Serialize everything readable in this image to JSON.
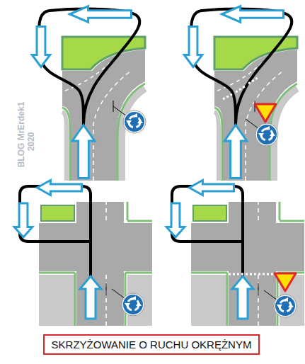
{
  "diagram": {
    "nodes": [
      {
        "text": [
          "SKRZYŻOWANIE O RUCHU OKRĘŻNYM"
        ]
      }
    ],
    "labels": [
      "BLOG MrErdek1",
      "2020"
    ]
  }
}
